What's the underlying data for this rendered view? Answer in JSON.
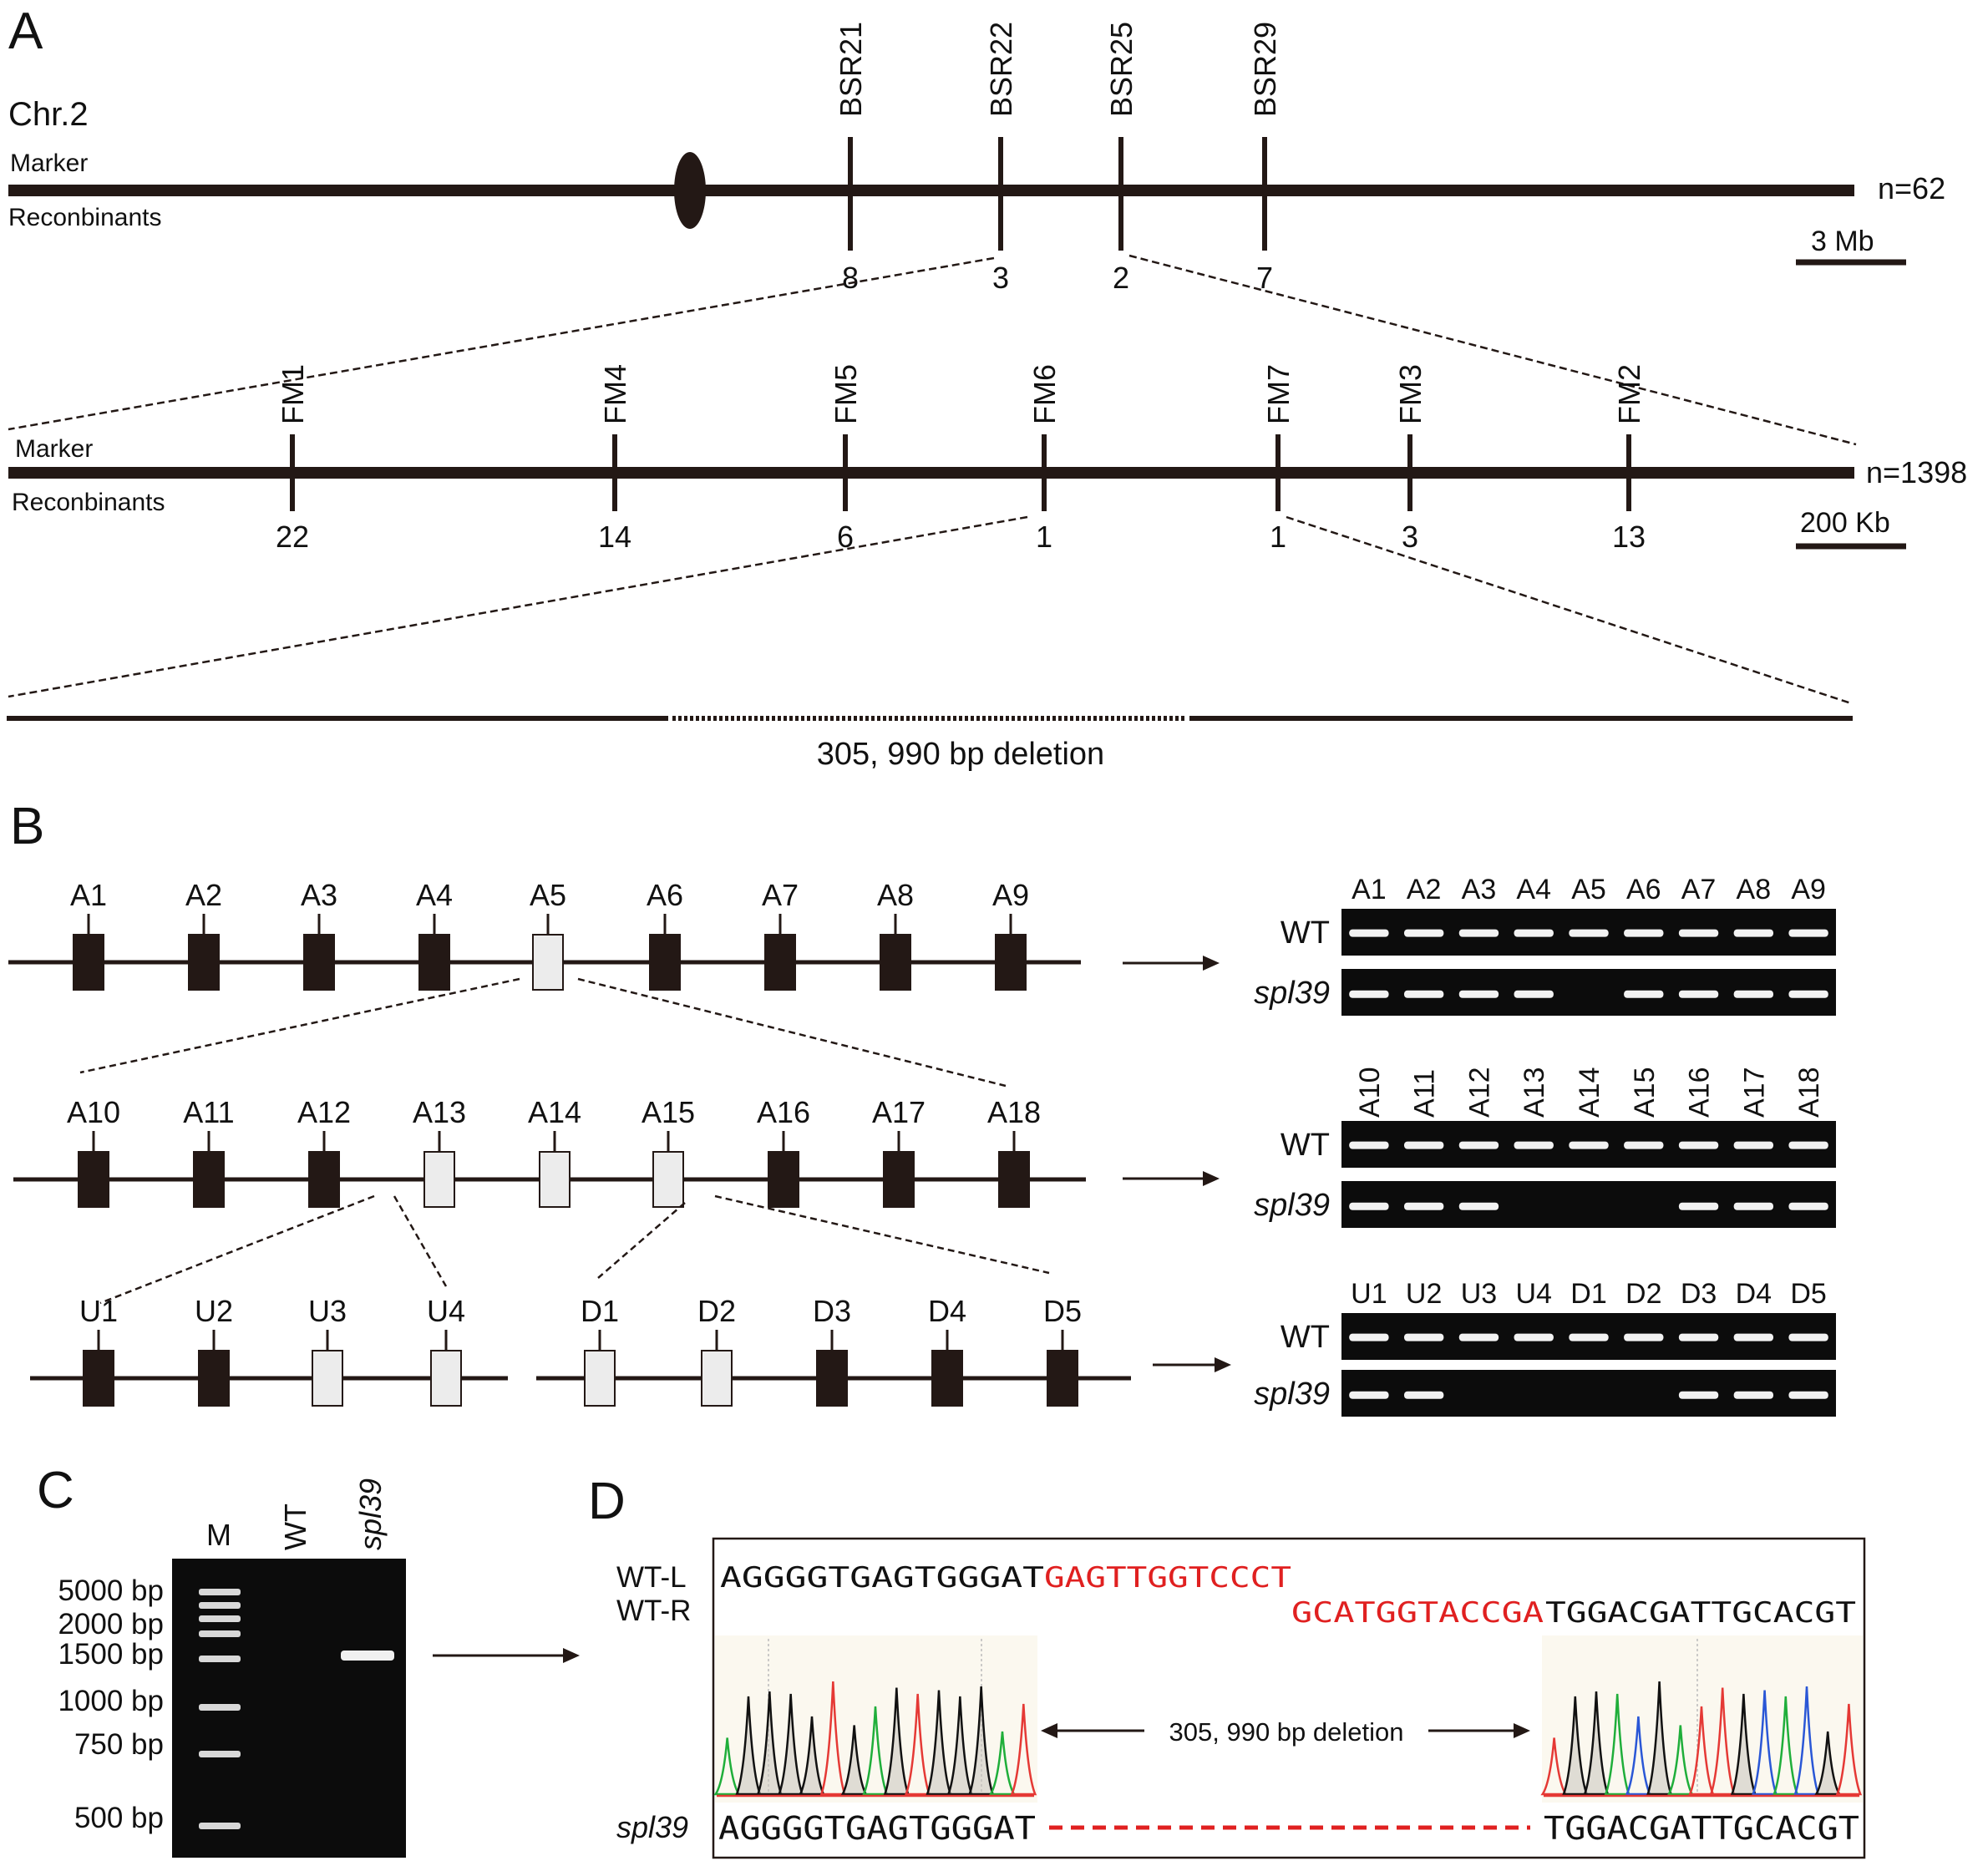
{
  "panel_letters": [
    "A",
    "B",
    "C",
    "D"
  ],
  "panelA": {
    "chr": "Chr.2",
    "marker_label": "Marker",
    "recomb_label": "Reconbinants",
    "row1": {
      "markers": [
        "BSR21",
        "BSR22",
        "BSR25",
        "BSR29"
      ],
      "counts": [
        "8",
        "3",
        "2",
        "7"
      ],
      "n": "n=62",
      "scale": "3 Mb"
    },
    "row2": {
      "markers": [
        "FM1",
        "FM4",
        "FM5",
        "FM6",
        "FM7",
        "FM3",
        "FM2"
      ],
      "counts": [
        "22",
        "14",
        "6",
        "1",
        "1",
        "3",
        "13"
      ],
      "n": "n=1398",
      "scale": "200 Kb"
    },
    "deletion": "305, 990 bp deletion"
  },
  "panelB": {
    "row1": {
      "labels": [
        "A1",
        "A2",
        "A3",
        "A4",
        "A5",
        "A6",
        "A7",
        "A8",
        "A9"
      ],
      "absent": [
        false,
        false,
        false,
        false,
        true,
        false,
        false,
        false,
        false
      ]
    },
    "row2": {
      "labels": [
        "A10",
        "A11",
        "A12",
        "A13",
        "A14",
        "A15",
        "A16",
        "A17",
        "A18"
      ],
      "absent": [
        false,
        false,
        false,
        true,
        true,
        true,
        false,
        false,
        false
      ]
    },
    "row3": {
      "labels": [
        "U1",
        "U2",
        "U3",
        "U4",
        "D1",
        "D2",
        "D3",
        "D4",
        "D5"
      ],
      "absent": [
        false,
        false,
        true,
        true,
        true,
        true,
        false,
        false,
        false
      ]
    },
    "gel_row_labels": {
      "wt": "WT",
      "mutant": "spl39"
    },
    "gel1_lanes": [
      "A1",
      "A2",
      "A3",
      "A4",
      "A5",
      "A6",
      "A7",
      "A8",
      "A9"
    ],
    "gel1_mutant_band": [
      true,
      true,
      true,
      true,
      false,
      true,
      true,
      true,
      true
    ],
    "gel2_lanes": [
      "A10",
      "A11",
      "A12",
      "A13",
      "A14",
      "A15",
      "A16",
      "A17",
      "A18"
    ],
    "gel2_mutant_band": [
      true,
      true,
      true,
      false,
      false,
      false,
      true,
      true,
      true
    ],
    "gel3_lanes": [
      "U1",
      "U2",
      "U3",
      "U4",
      "D1",
      "D2",
      "D3",
      "D4",
      "D5"
    ],
    "gel3_mutant_band": [
      true,
      true,
      false,
      false,
      false,
      false,
      true,
      true,
      true
    ]
  },
  "panelC": {
    "lanes": [
      "M",
      "WT",
      "spl39"
    ],
    "ladder": [
      "5000 bp",
      "2000 bp",
      "1500 bp",
      "1000 bp",
      "750 bp",
      "500 bp"
    ]
  },
  "panelD": {
    "wt_l_label": "WT-L",
    "wt_r_label": "WT-R",
    "wt_l_black": "AGGGGTGAGTGGGAT",
    "wt_l_red": "GAGTTGGTCCCT",
    "wt_r_red": "GCATGGTACCGA",
    "wt_r_black": "TGGACGATTGCACGT",
    "deletion": "305, 990 bp deletion",
    "mutant_label": "spl39",
    "mut_left": "AGGGGTGAGTGGGAT",
    "mut_right": "TGGACGATTGCACGT"
  },
  "colors": {
    "ink": "#231815",
    "red": "#e02020",
    "gel": "#0c0c0c",
    "band": "#f2f2f2",
    "trace_black": "#111111",
    "trace_green": "#1fae3a",
    "trace_red": "#e53935",
    "trace_blue": "#2a57d6"
  }
}
